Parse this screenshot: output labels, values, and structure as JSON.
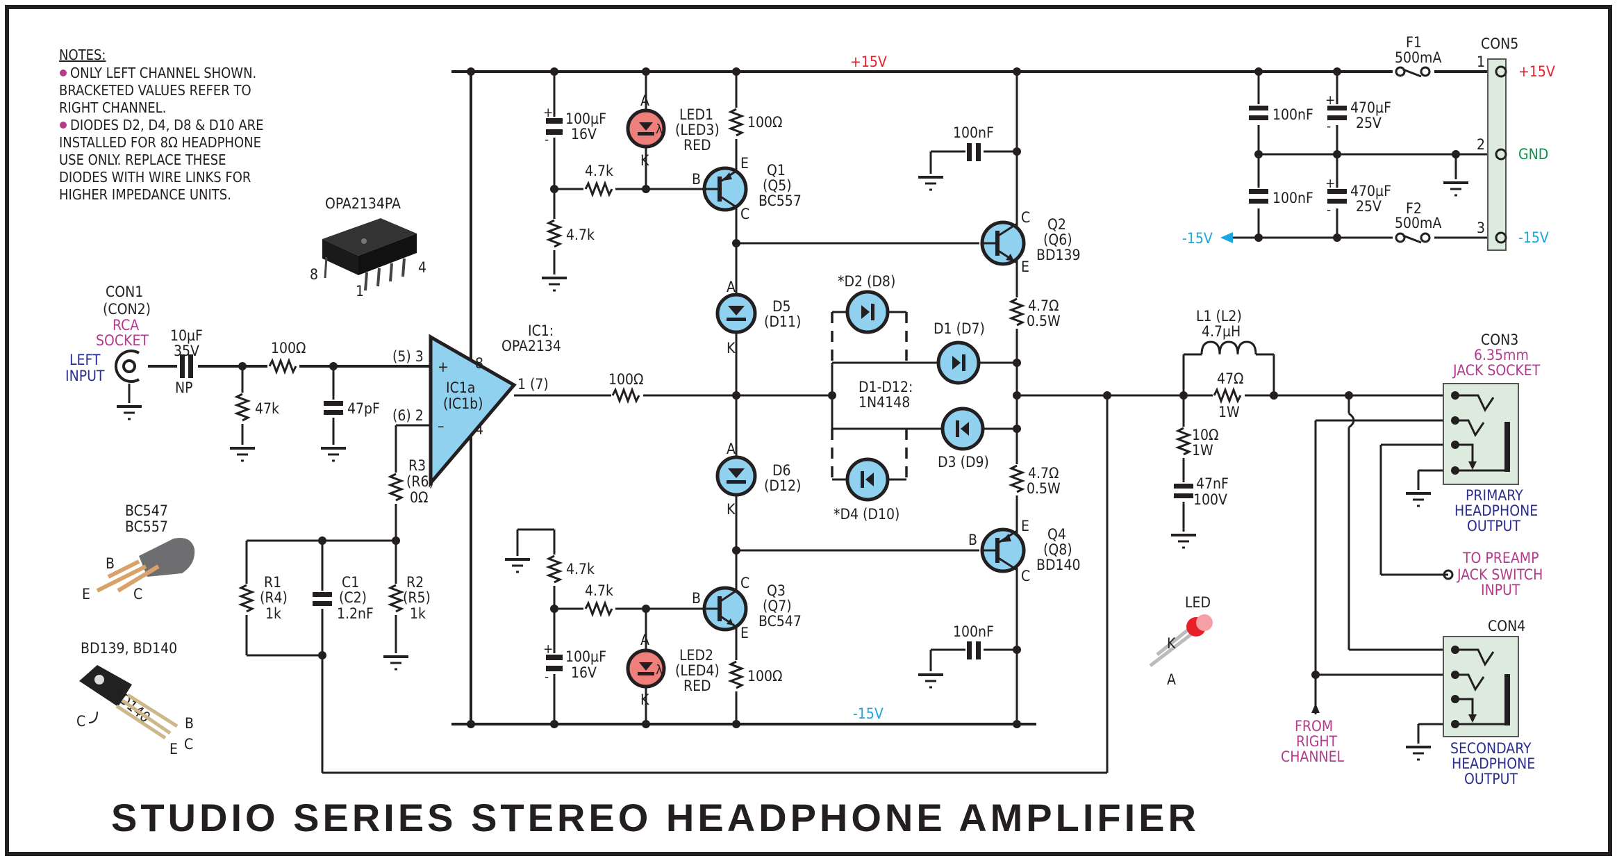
{
  "title": "STUDIO SERIES STEREO HEADPHONE AMPLIFIER",
  "notes": {
    "heading": "NOTES:",
    "lines": [
      "ONLY LEFT CHANNEL SHOWN.",
      "BRACKETED VALUES REFER TO",
      "RIGHT CHANNEL.",
      "DIODES D2, D4, D8 & D10 ARE",
      "INSTALLED FOR 8Ω HEADPHONE",
      "USE ONLY. REPLACE THESE",
      "DIODES WITH WIRE LINKS FOR",
      "HIGHER IMPEDANCE UNITS."
    ],
    "bullet_color": "#b43b8c"
  },
  "rails": {
    "positive": "+15V",
    "negative": "-15V"
  },
  "colors": {
    "component_fill": "#8fd1ef",
    "led_fill": "#ee7f7b",
    "connector_fill": "#dcebdd",
    "label_magenta": "#b43b8c",
    "label_navy": "#2b2f8f",
    "label_red": "#e8202a",
    "label_cyan": "#1aa7de",
    "label_green": "#11904b"
  },
  "packages": {
    "opamp": {
      "name": "OPA2134PA",
      "pin8": "8",
      "pin1": "1",
      "pin4": "4"
    },
    "small_transistor": {
      "name1": "BC547",
      "name2": "BC557",
      "b": "B",
      "e": "E",
      "c": "C"
    },
    "power_transistor": {
      "name": "BD139, BD140",
      "marking": "BD140",
      "c_tab": "C",
      "b": "B",
      "c": "C",
      "e": "E"
    },
    "led": {
      "name": "LED",
      "k": "K",
      "a": "A"
    }
  },
  "input": {
    "con": "CON1",
    "con_r": "(CON2)",
    "type1": "RCA",
    "type2": "SOCKET",
    "label1": "LEFT",
    "label2": "INPUT",
    "cap_value": "10µF",
    "cap_voltage": "35V",
    "cap_type": "NP",
    "r_shunt": "47k",
    "r_series": "100Ω",
    "c_shunt": "47pF"
  },
  "opamp": {
    "pin_plus": "(5) 3",
    "pin_minus": "(6) 2",
    "pin8": "8",
    "pin4": "4",
    "out_pin": "1 (7)",
    "name1": "IC1a",
    "name2": "(IC1b)",
    "ic_label1": "IC1:",
    "ic_label2": "OPA2134",
    "plus": "+",
    "minus": "–"
  },
  "feedback": {
    "r3": "R3",
    "r3_r": "(R6)",
    "r3_val": "0Ω",
    "r1": "R1",
    "r1_r": "(R4)",
    "r1_val": "1k",
    "c1": "C1",
    "c1_r": "(C2)",
    "c1_val": "1.2nF",
    "r2": "R2",
    "r2_r": "(R5)",
    "r2_val": "1k"
  },
  "output_r": "100Ω",
  "upper_bias": {
    "cap": "100µF",
    "cap_v": "16V",
    "r_top": "4.7k",
    "r_bottom": "4.7k",
    "led": "LED1",
    "led_r": "(LED3)",
    "led_color": "RED",
    "led_a": "A",
    "led_k": "K",
    "r_emitter": "100Ω",
    "q": "Q1",
    "q_r": "(Q5)",
    "q_type": "BC557",
    "b": "B",
    "e": "E",
    "c": "C"
  },
  "lower_bias": {
    "cap": "100µF",
    "cap_v": "16V",
    "r_top": "4.7k",
    "r_mid": "4.7k",
    "led": "LED2",
    "led_r": "(LED4)",
    "led_color": "RED",
    "led_a": "A",
    "led_k": "K",
    "r_emitter": "100Ω",
    "q": "Q3",
    "q_r": "(Q7)",
    "q_type": "BC547",
    "b": "B",
    "e": "E",
    "c": "C"
  },
  "bias_diodes": {
    "d5": "D5",
    "d5_r": "(D11)",
    "d6": "D6",
    "d6_r": "(D12)",
    "a": "A",
    "k": "K"
  },
  "output_stage": {
    "q2": "Q2",
    "q2_r": "(Q6)",
    "q2_type": "BD139",
    "q4": "Q4",
    "q4_r": "(Q8)",
    "q4_type": "BD140",
    "c": "C",
    "e": "E",
    "b": "B",
    "re_top": "4.7Ω",
    "re_top_w": "0.5W",
    "re_bot": "4.7Ω",
    "re_bot_w": "0.5W",
    "bypass_top": "100nF",
    "bypass_bot": "100nF"
  },
  "clamp_diodes": {
    "d2": "*D2 (D8)",
    "d1": "D1 (D7)",
    "d3": "D3 (D9)",
    "d4": "*D4 (D10)",
    "type1": "D1-D12:",
    "type2": "1N4148"
  },
  "output_filter": {
    "l": "L1 (L2)",
    "l_val": "4.7µH",
    "r": "47Ω",
    "r_w": "1W",
    "zobel_r": "10Ω",
    "zobel_r_w": "1W",
    "zobel_c": "47nF",
    "zobel_c_v": "100V"
  },
  "power": {
    "c1": "100nF",
    "c2": "100nF",
    "e1": "470µF",
    "e1_v": "25V",
    "e2": "470µF",
    "e2_v": "25V",
    "f1": "F1",
    "f1_val": "500mA",
    "f2": "F2",
    "f2_val": "500mA",
    "neg_out": "-15V",
    "con": "CON5",
    "pins": [
      {
        "num": "1",
        "label": "+15V"
      },
      {
        "num": "2",
        "label": "GND"
      },
      {
        "num": "3",
        "label": "-15V"
      }
    ]
  },
  "jacks": {
    "con3": "CON3",
    "con3_type1": "6.35mm",
    "con3_type2": "JACK SOCKET",
    "primary1": "PRIMARY",
    "primary2": "HEADPHONE",
    "primary3": "OUTPUT",
    "preamp1": "TO PREAMP",
    "preamp2": "JACK SWITCH",
    "preamp3": "INPUT",
    "con4": "CON4",
    "secondary1": "SECONDARY",
    "secondary2": "HEADPHONE",
    "secondary3": "OUTPUT",
    "from1": "FROM",
    "from2": "RIGHT",
    "from3": "CHANNEL"
  }
}
